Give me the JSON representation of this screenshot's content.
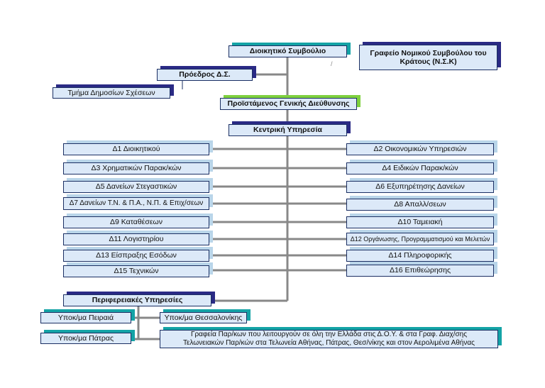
{
  "nodes": {
    "board": "Διοικητικό Συμβούλιο",
    "legal": "Γραφείο Νομικού Συμβούλου του Κράτους (Ν.Σ.Κ)",
    "president": "Πρόεδρος Δ.Σ.",
    "pr_dept": "Τμήμα Δημοσίων Σχέσεων",
    "general_director": "Προϊστάμενος Γενικής Διεύθυνσης",
    "central": "Κεντρική Υπηρεσία",
    "regional": "Περιφερειακές Υπηρεσίες",
    "piraeus": "Υποκ/μα Πειραιά",
    "thessaloniki": "Υποκ/μα Θεσσαλονίκης",
    "patras": "Υποκ/μα Πάτρας",
    "offices_line1": "Γραφεία Παρ/κων που λειτουργούν σε όλη την  Ελλάδα στις Δ.Ο.Υ. & στα  Γραφ. Διαχ/σης",
    "offices_line2": "Τελωνειακών Παρ/κών στα Τελωνεία Αθήνας, Πάτρας, Θεσ/νίκης και στον Αερολιμένα Αθήνας"
  },
  "departments_left": [
    "Δ1 Διοικητικού",
    "Δ3 Χρηματικών Παρακ/κών",
    "Δ5 Δανείων Στεγαστικών",
    "Δ7 Δανείων Τ.Ν. & Π.Α., Ν.Π. & Επιχ/σεων",
    "Δ9 Καταθέσεων",
    "Δ11 Λογιστηρίου",
    "Δ13 Είσπραξης Εσόδων",
    "Δ15 Τεχνικών"
  ],
  "departments_right": [
    "Δ2 Οικονομικών Υπηρεσιών",
    "Δ4 Ειδικών Παρακ/κών",
    "Δ6 Εξυπηρέτησης Δανείων",
    "Δ8 Απαλλ/σεων",
    "Δ10 Ταμειακή",
    "Δ12 Οργάνωσης, Προγραμματισμού και Μελετών",
    "Δ14 Πληροφορικής",
    "Δ16 Επιθεώρησης"
  ]
}
